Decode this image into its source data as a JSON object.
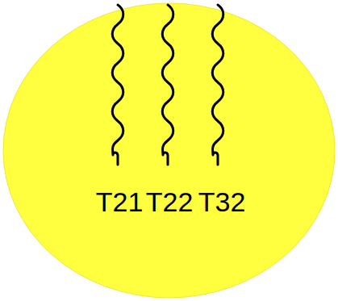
{
  "diagram": {
    "nodes": [
      {
        "text": [
          "T21",
          "T22",
          "T32"
        ]
      }
    ]
  }
}
